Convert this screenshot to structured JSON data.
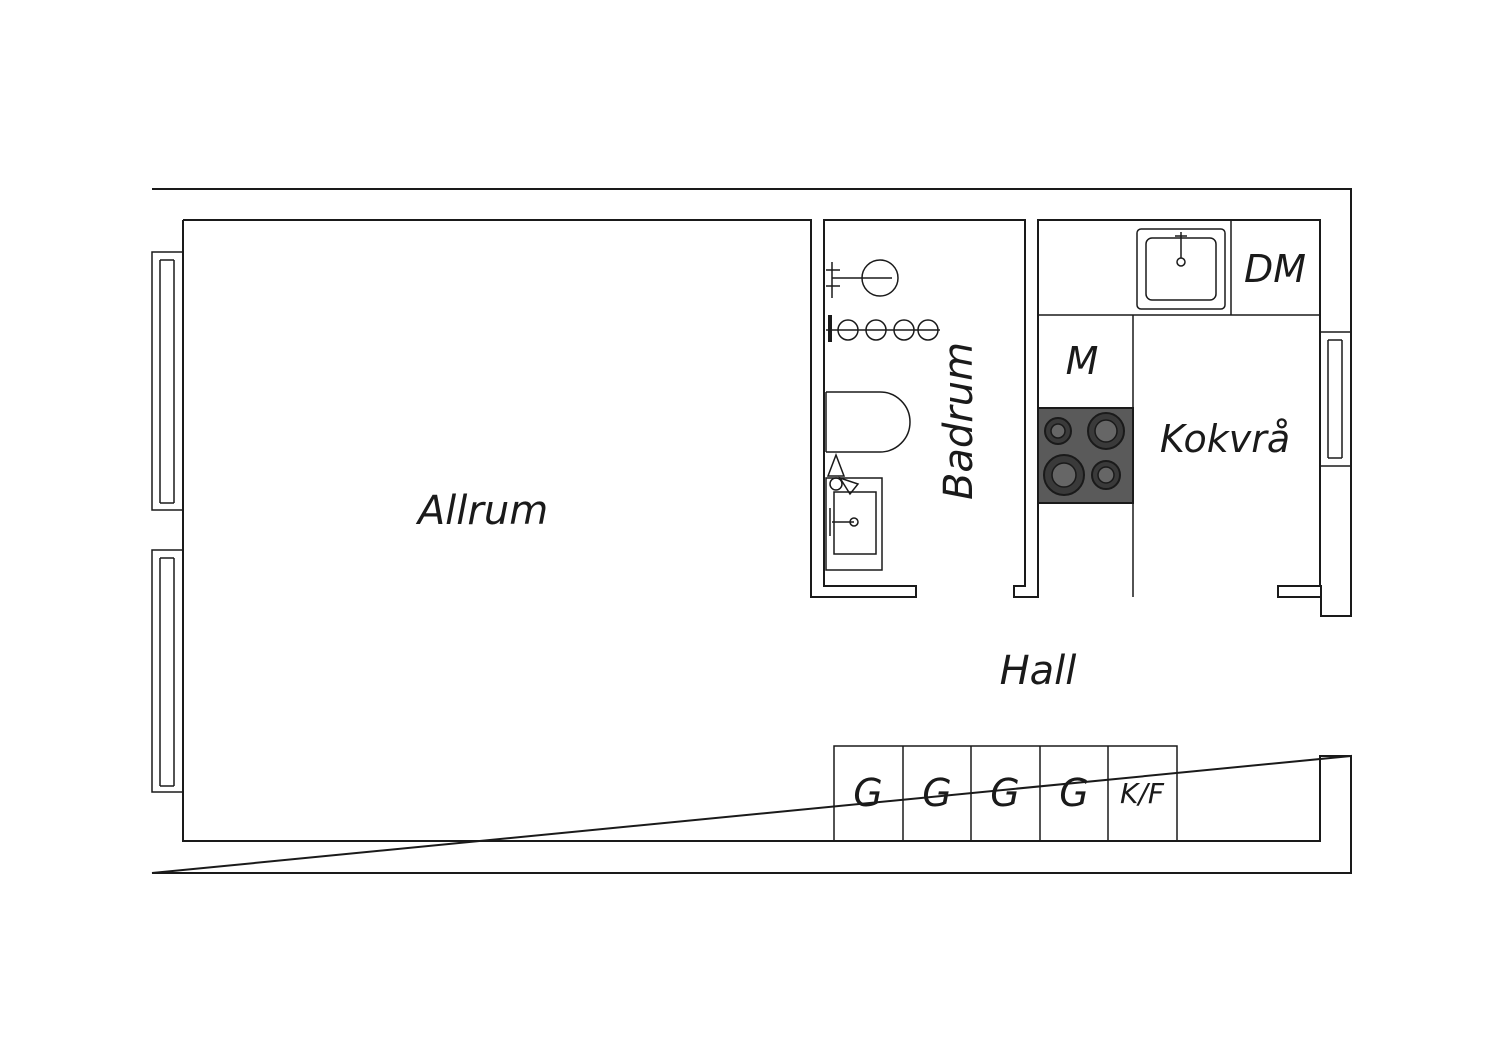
{
  "rooms": {
    "allrum": "Allrum",
    "badrum": "Badrum",
    "kokvra": "Kokvrå",
    "hall": "Hall"
  },
  "appliances": {
    "dm": "DM",
    "m": "M"
  },
  "wardrobes": {
    "g1": "G",
    "g2": "G",
    "g3": "G",
    "g4": "G",
    "kf": "K/F"
  }
}
